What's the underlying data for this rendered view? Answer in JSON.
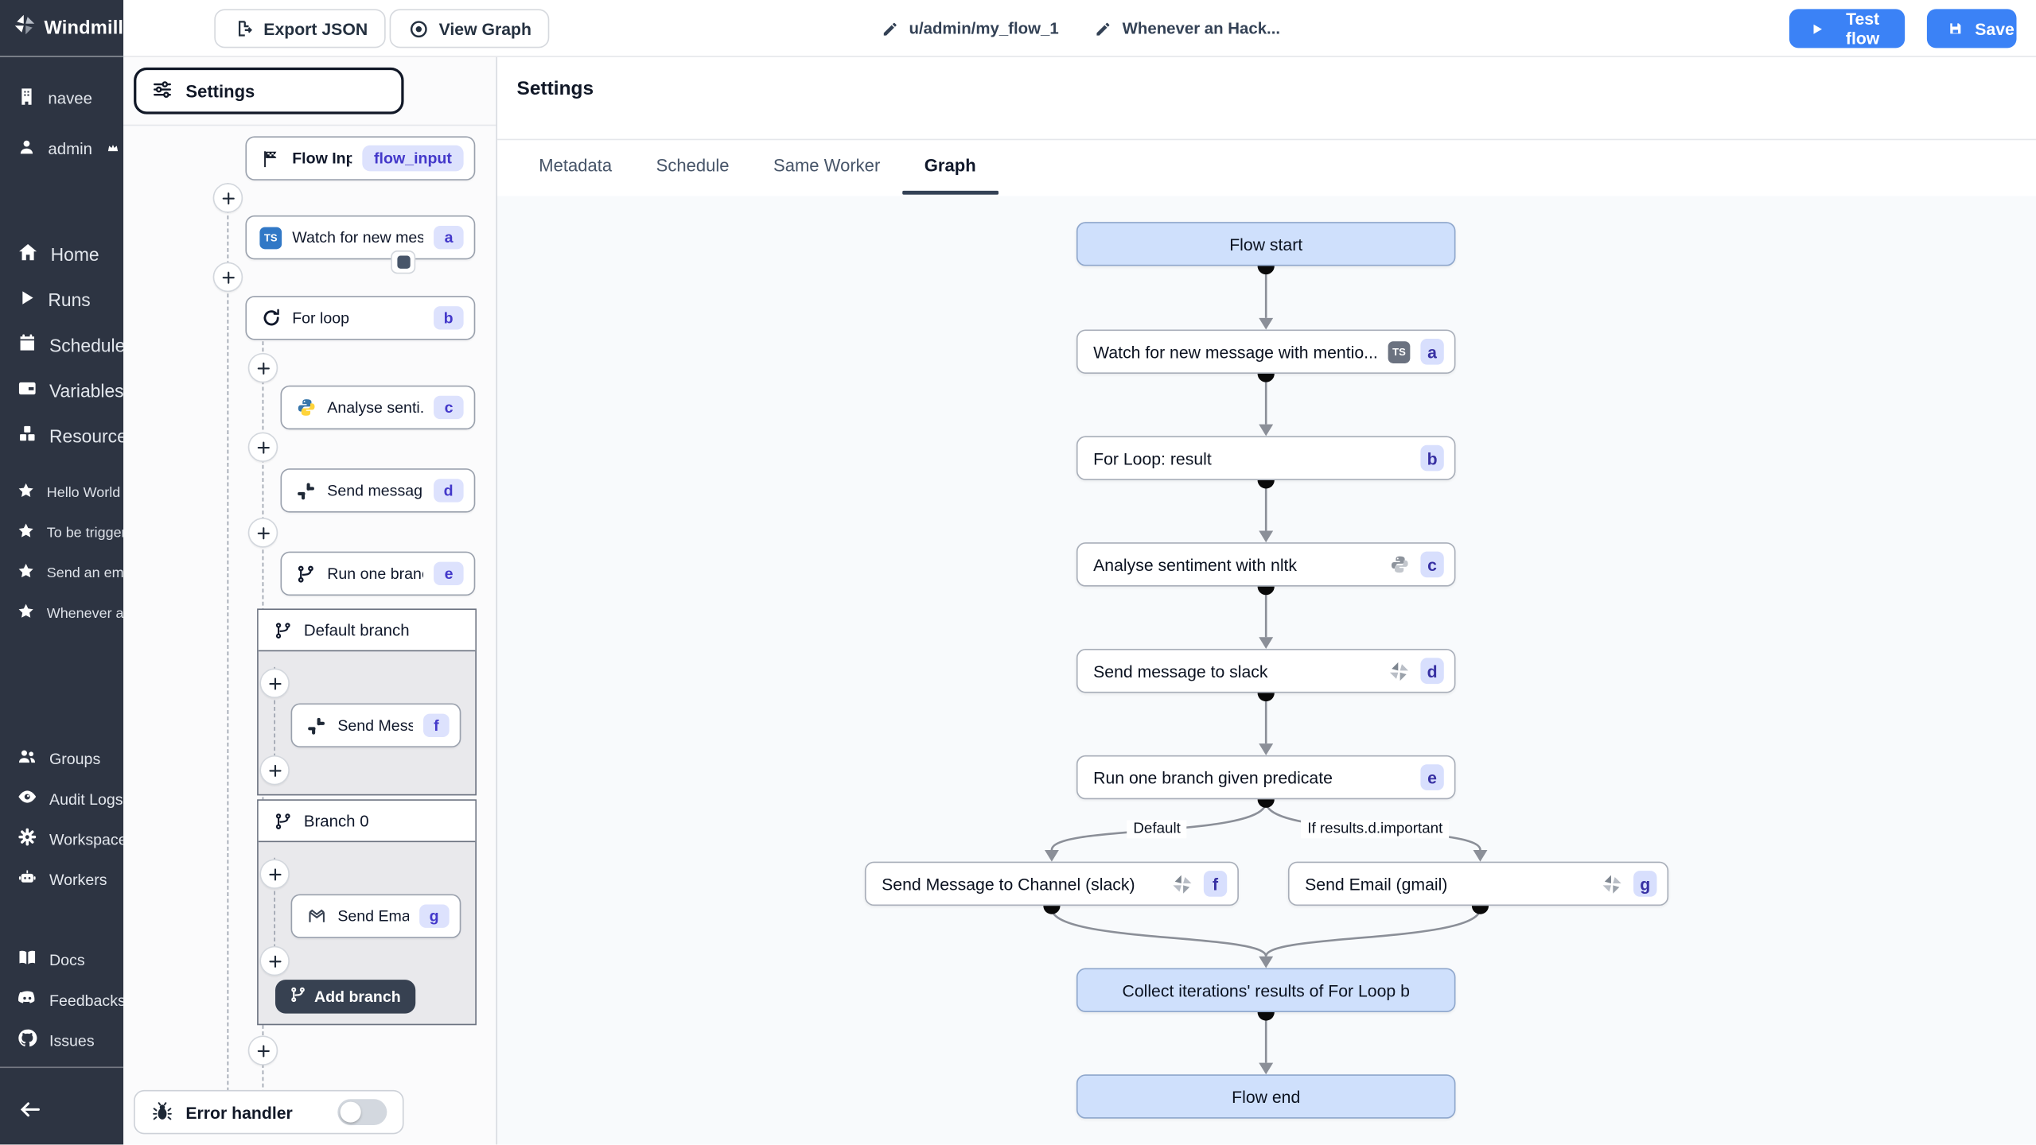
{
  "app": {
    "brand": "Windmill"
  },
  "topbar": {
    "export_json": "Export JSON",
    "view_graph": "View Graph",
    "flow_path": "u/admin/my_flow_1",
    "flow_summary": "Whenever an Hack...",
    "test_flow": "Test flow",
    "save": "Save"
  },
  "sidebar": {
    "workspace": "navee",
    "user": "admin",
    "nav": [
      {
        "label": "Home"
      },
      {
        "label": "Runs"
      },
      {
        "label": "Schedules"
      },
      {
        "label": "Variables"
      },
      {
        "label": "Resources"
      }
    ],
    "favorites": [
      {
        "label": "Hello World in D..."
      },
      {
        "label": "To be triggered ..."
      },
      {
        "label": "Send an email ..."
      },
      {
        "label": "Whenever an H..."
      }
    ],
    "admin": [
      {
        "label": "Groups"
      },
      {
        "label": "Audit Logs"
      },
      {
        "label": "Workspace"
      },
      {
        "label": "Workers"
      }
    ],
    "links": [
      {
        "label": "Docs"
      },
      {
        "label": "Feedbacks"
      },
      {
        "label": "Issues"
      }
    ]
  },
  "panel": {
    "settings": "Settings",
    "flow_input": {
      "label": "Flow Input",
      "badge": "flow_input"
    },
    "modules": [
      {
        "label": "Watch for new mes...",
        "badge": "a",
        "icon": "typescript"
      },
      {
        "label": "For loop",
        "badge": "b",
        "icon": "loop"
      },
      {
        "label": "Analyse senti...",
        "badge": "c",
        "icon": "python"
      },
      {
        "label": "Send messag...",
        "badge": "d",
        "icon": "slack"
      },
      {
        "label": "Run one branch",
        "badge": "e",
        "icon": "branch"
      }
    ],
    "default_branch": "Default branch",
    "branch_f": {
      "label": "Send Mess...",
      "badge": "f",
      "icon": "slack"
    },
    "branch0": "Branch 0",
    "branch_g": {
      "label": "Send Emai...",
      "badge": "g",
      "icon": "gmail"
    },
    "add_branch": "Add branch",
    "error_handler": "Error handler"
  },
  "main": {
    "heading": "Settings",
    "tabs": [
      {
        "label": "Metadata"
      },
      {
        "label": "Schedule"
      },
      {
        "label": "Same Worker"
      },
      {
        "label": "Graph",
        "active": true
      }
    ],
    "graph": {
      "nodes": [
        {
          "id": "start",
          "label": "Flow start",
          "type": "virtual"
        },
        {
          "id": "a",
          "label": "Watch for new message with mentio...",
          "badge": "a",
          "icon": "typescript"
        },
        {
          "id": "b",
          "label": "For Loop: result",
          "badge": "b"
        },
        {
          "id": "c",
          "label": "Analyse sentiment with nltk",
          "badge": "c",
          "icon": "python"
        },
        {
          "id": "d",
          "label": "Send message to slack",
          "badge": "d",
          "icon": "windmill"
        },
        {
          "id": "e",
          "label": "Run one branch given predicate",
          "badge": "e"
        },
        {
          "id": "f",
          "label": "Send Message to Channel (slack)",
          "badge": "f",
          "icon": "windmill"
        },
        {
          "id": "g",
          "label": "Send Email (gmail)",
          "badge": "g",
          "icon": "windmill"
        },
        {
          "id": "collect",
          "label": "Collect iterations' results of For Loop b",
          "type": "virtual"
        },
        {
          "id": "end",
          "label": "Flow end",
          "type": "virtual"
        }
      ],
      "edge_labels": [
        {
          "label": "Default"
        },
        {
          "label": "If results.d.important"
        }
      ]
    }
  },
  "icons": {
    "ts_label": "TS"
  },
  "colors": {
    "accent_blue": "#3b82f6",
    "badge_bg": "#dde2fd",
    "badge_text": "#4338ca",
    "virtual_node_bg": "#cfe0fc",
    "sidebar_bg": "#2d3442",
    "canvas_bg": "#f8fafc",
    "ts_blue": "#3178c6"
  }
}
